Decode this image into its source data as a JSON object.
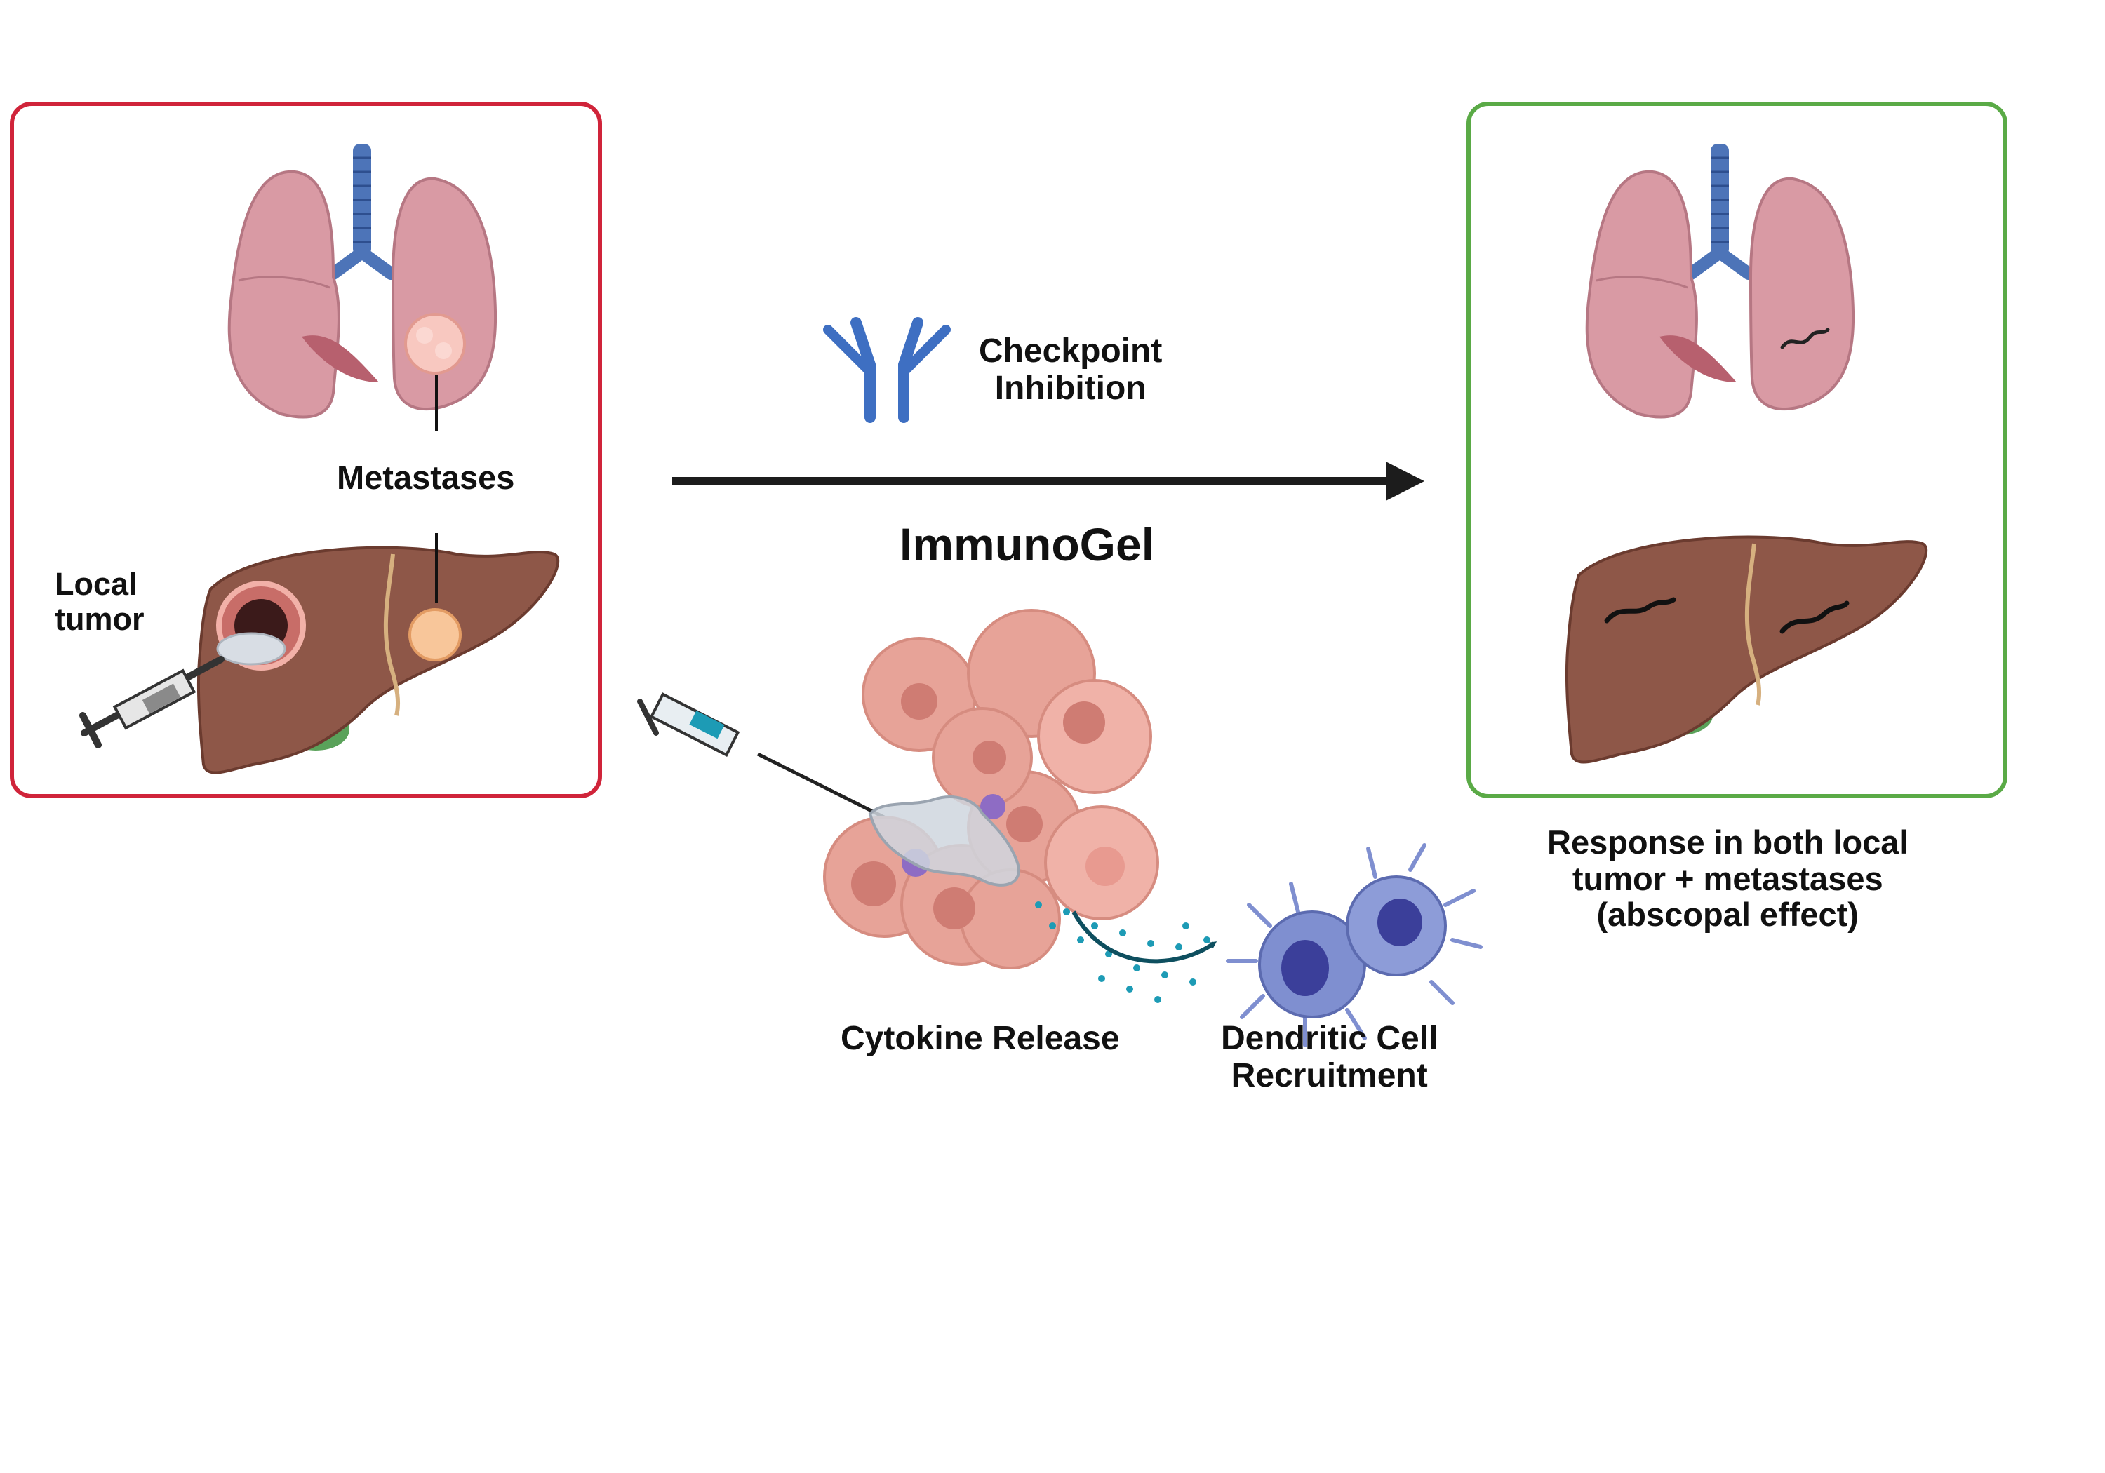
{
  "labels": {
    "metastases": "Metastases",
    "local_tumor": [
      "Local",
      "tumor"
    ],
    "checkpoint": [
      "Checkpoint",
      "Inhibition"
    ],
    "immunogel": "ImmunoGel",
    "cytokine_release": "Cytokine Release",
    "dendritic": [
      "Dendritic Cell",
      "Recruitment"
    ],
    "response": [
      "Response in both local",
      "tumor + metastases",
      "(abscopal effect)"
    ]
  },
  "colors": {
    "before_box_border": "#d0243a",
    "after_box_border": "#5aaa46",
    "arrow": "#1c1c1c",
    "lung": "#d99aa4",
    "trachea": "#4d74b8",
    "liver": "#8e5748",
    "gallbladder": "#5aa25a",
    "tumor_cell": "#e7a398",
    "dendritic_cell": "#7f8fd0",
    "antibody": "#3e6fc2",
    "cytokine_dot": "#1d9bb5"
  },
  "icons": [
    "lungs-icon",
    "liver-icon",
    "syringe-icon",
    "antibody-icon",
    "tumor-cells-icon",
    "hydrogel-icon",
    "dendritic-cell-icon"
  ]
}
